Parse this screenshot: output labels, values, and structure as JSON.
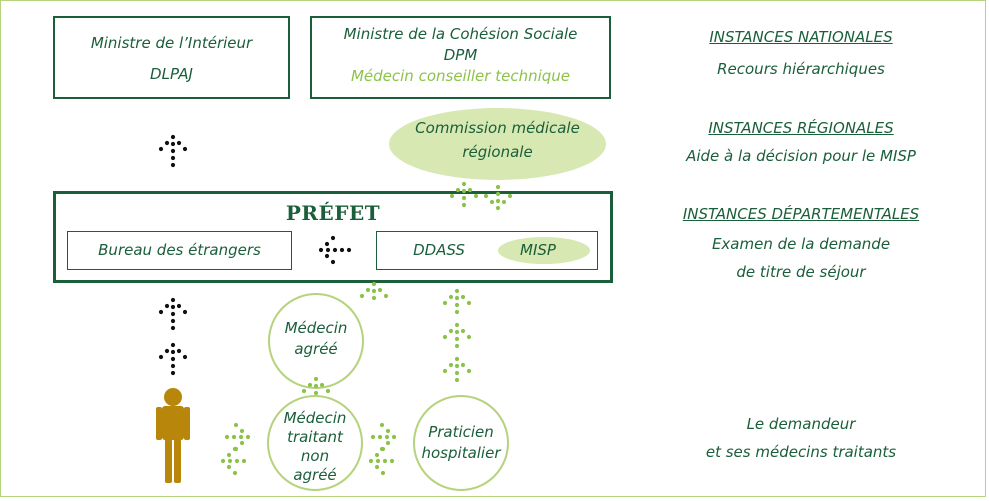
{
  "left_column": {
    "ministre_interieur": {
      "title": "Ministre de l’Intérieur",
      "sub": "DLPAJ"
    },
    "ministre_cohesion": {
      "title": "Ministre de la Cohésion Sociale",
      "dpm": "DPM",
      "medecin": "Médecin conseiller technique"
    },
    "commission": {
      "line1": "Commission médicale",
      "line2": "régionale"
    },
    "prefet": {
      "title": "PRÉFET",
      "bureau": "Bureau des étrangers",
      "ddass": "DDASS",
      "misp": "MISP"
    },
    "medecin_agree": {
      "line1": "Médecin",
      "line2": "agréé"
    },
    "medecin_traitant": {
      "line1": "Médecin",
      "line2": "traitant",
      "line3": "non",
      "line4": "agréé"
    },
    "praticien": {
      "line1": "Praticien",
      "line2": "hospitalier"
    }
  },
  "right_column": {
    "nationales": {
      "heading": "INSTANCES NATIONALES",
      "desc": "Recours hiérarchiques"
    },
    "regionales": {
      "heading": "INSTANCES RÉGIONALES",
      "desc": "Aide à la décision pour le MISP"
    },
    "departementales": {
      "heading": "INSTANCES DÉPARTEMENTALES",
      "desc1": "Examen de la demande",
      "desc2": "de titre de séjour"
    },
    "demandeur": {
      "line1": "Le demandeur",
      "line2": "et ses médecins traitants"
    }
  },
  "colors": {
    "dark_green": "#1a5e3a",
    "light_green": "#8bc34a",
    "pale_green": "#d7e8b2",
    "circle_border": "#b5d27c",
    "person": "#b8860b",
    "black_arrow": "#111111"
  },
  "icons": [
    "person-icon",
    "dotted-arrow-icon"
  ]
}
